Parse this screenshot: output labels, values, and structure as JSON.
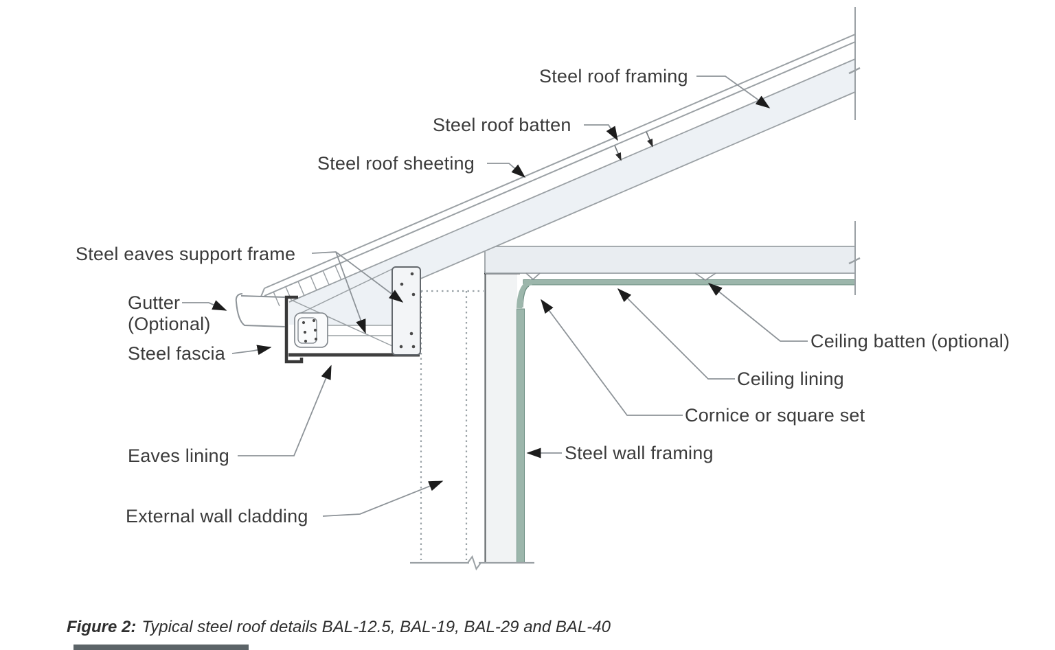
{
  "diagram": {
    "labels": {
      "roof_framing": "Steel roof framing",
      "roof_batten": "Steel roof batten",
      "roof_sheeting": "Steel roof sheeting",
      "eaves_support_frame": "Steel eaves support frame",
      "gutter": "Gutter",
      "gutter_optional": "(Optional)",
      "steel_fascia": "Steel fascia",
      "eaves_lining": "Eaves lining",
      "external_wall_cladding": "External wall cladding",
      "ceiling_batten": "Ceiling batten (optional)",
      "ceiling_lining": "Ceiling lining",
      "cornice": "Cornice or square set",
      "wall_framing": "Steel wall framing"
    },
    "caption": {
      "prefix": "Figure 2:",
      "text": "Typical steel roof details BAL-12.5, BAL-19, BAL-29 and BAL-40"
    },
    "colors": {
      "structure_fill": "#edf1f5",
      "line_gray": "#9aa0a4",
      "dark_steel": "#3f3f3f",
      "lining_green": "#9cb6ab",
      "lining_green_edge": "#6d8e82",
      "arrow_black": "#1c1c1c",
      "text": "#3b3b3b"
    }
  }
}
